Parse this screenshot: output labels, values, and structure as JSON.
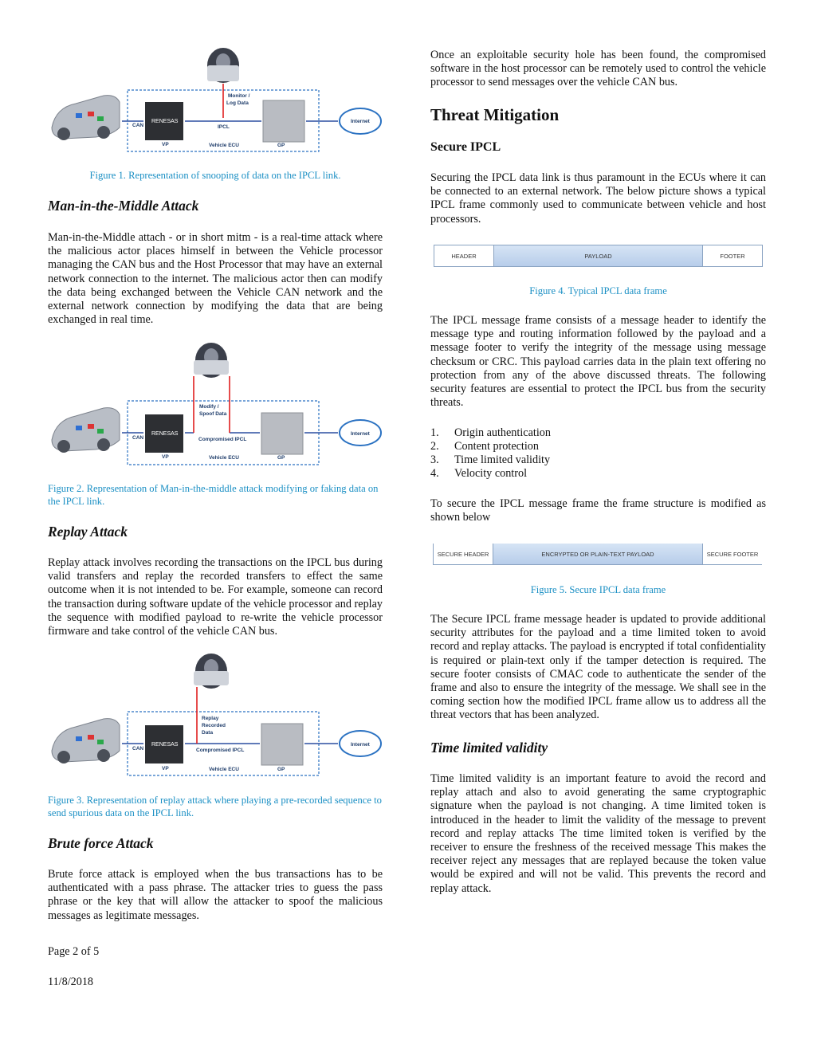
{
  "figures": [
    {
      "caption": "Figure 1. Representation of snooping of data on the IPCL link.",
      "labels": {
        "attack": "Monitor / Log Data",
        "can": "CAN",
        "link": "IPCL",
        "vp": "VP",
        "ecu": "Vehicle ECU",
        "gp": "GP",
        "internet": "Internet",
        "renesas": "RENESAS"
      }
    },
    {
      "caption": "Figure 2. Representation of Man-in-the-middle attack modifying or faking data on the IPCL link.",
      "labels": {
        "attack": "Modify / Spoof Data",
        "can": "CAN",
        "link": "Compromised IPCL",
        "vp": "VP",
        "ecu": "Vehicle ECU",
        "gp": "GP",
        "internet": "Internet",
        "renesas": "RENESAS"
      }
    },
    {
      "caption": "Figure 3. Representation of replay attack where playing a pre-recorded sequence to send spurious data on the IPCL link.",
      "labels": {
        "attack": "Replay Recorded Data",
        "can": "CAN",
        "link": "Compromised IPCL",
        "vp": "VP",
        "ecu": "Vehicle ECU",
        "gp": "GP",
        "internet": "Internet",
        "renesas": "RENESAS"
      }
    }
  ],
  "left": {
    "mitm_heading": "Man-in-the-Middle Attack",
    "mitm_text": "Man-in-the-Middle attach - or in short mitm - is a real-time attack where the malicious actor places himself in between the Vehicle processor managing the CAN bus and the Host Processor that may have an external network connection to the internet. The malicious actor then can modify the data being exchanged between the Vehicle CAN network and the external network connection by modifying the data that are being exchanged in real time.",
    "replay_heading": "Replay Attack",
    "replay_text": "Replay attack involves recording the transactions on the IPCL bus during valid transfers and replay the recorded transfers to effect the same outcome when it is not intended to be. For example, someone can record the transaction during software update of the vehicle processor and replay the sequence with modified payload to re-write the vehicle processor firmware and take control of the vehicle CAN bus.",
    "brute_heading": "Brute force Attack",
    "brute_text": "Brute force attack is employed when the bus transactions has to be authenticated with a pass phrase. The attacker tries to guess the pass phrase or the key that will allow the attacker to spoof the malicious messages as legitimate messages."
  },
  "right": {
    "intro_text": "Once an exploitable security hole has been found, the compromised software in the host processor can be remotely used to control the vehicle processor to send messages over the vehicle CAN bus.",
    "threat_heading": "Threat Mitigation",
    "secure_heading": "Secure IPCL",
    "secure_text": "Securing the IPCL data link is thus paramount in the ECUs where it can be connected to an external network. The below picture shows a typical IPCL frame commonly used to communicate between vehicle and host processors.",
    "frame1": {
      "header": "HEADER",
      "payload": "PAYLOAD",
      "footer": "FOOTER"
    },
    "fig4_caption": "Figure 4. Typical IPCL data frame",
    "frame_text": "The IPCL message frame consists of a message header to identify the message type and routing information followed by the payload and a message footer to verify the integrity of the message using message checksum or CRC. This payload carries data in the plain text offering no protection from any of the above discussed threats. The following security features are essential to protect the IPCL bus from the security threats.",
    "features": [
      {
        "num": "1.",
        "text": "Origin authentication"
      },
      {
        "num": "2.",
        "text": "Content protection"
      },
      {
        "num": "3.",
        "text": "Time limited validity"
      },
      {
        "num": "4.",
        "text": "Velocity control"
      }
    ],
    "secure_frame_text": "To secure the IPCL message frame the frame structure is modified as shown below",
    "frame2": {
      "header": "SECURE HEADER",
      "payload": "ENCRYPTED OR PLAIN-TEXT PAYLOAD",
      "footer": "SECURE FOOTER"
    },
    "fig5_caption": "Figure 5. Secure IPCL data frame",
    "secure_header_text": "The Secure IPCL frame message header is updated to provide additional security attributes for the payload and a time limited token to avoid record and replay attacks. The payload is encrypted if total confidentiality is required or plain-text only if the tamper detection is required. The secure footer consists of CMAC code to authenticate the sender of the frame and also to ensure the integrity of the message. We shall see in the coming section how the modified IPCL frame allow us to address all the threat vectors that has been analyzed.",
    "time_heading": "Time limited validity",
    "time_text": "Time limited validity is an important feature to avoid the record and replay attach and also to avoid generating the same cryptographic signature when the payload is not changing. A time limited token is introduced in the header to limit the validity of the message to prevent record and replay attacks The time limited token is verified by the receiver to ensure the freshness of the received message This makes the receiver reject any messages that are replayed because the token value would be expired and will not be valid. This prevents the record and replay attack."
  },
  "footer": {
    "page": "Page 2 of 5",
    "date": "11/8/2018"
  }
}
